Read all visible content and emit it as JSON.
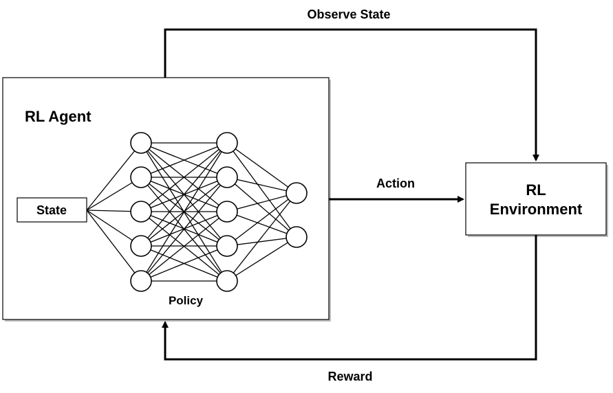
{
  "labels": {
    "observe_state": "Observe State",
    "agent_title": "RL Agent",
    "state_box": "State",
    "policy": "Policy",
    "action": "Action",
    "environment_line1": "RL",
    "environment_line2": "Environment",
    "reward": "Reward"
  },
  "network": {
    "layer_sizes": [
      5,
      5,
      2
    ],
    "input_node": "State"
  },
  "colors": {
    "stroke": "#000000",
    "background": "#ffffff",
    "shadow": "#bdbdbd"
  }
}
